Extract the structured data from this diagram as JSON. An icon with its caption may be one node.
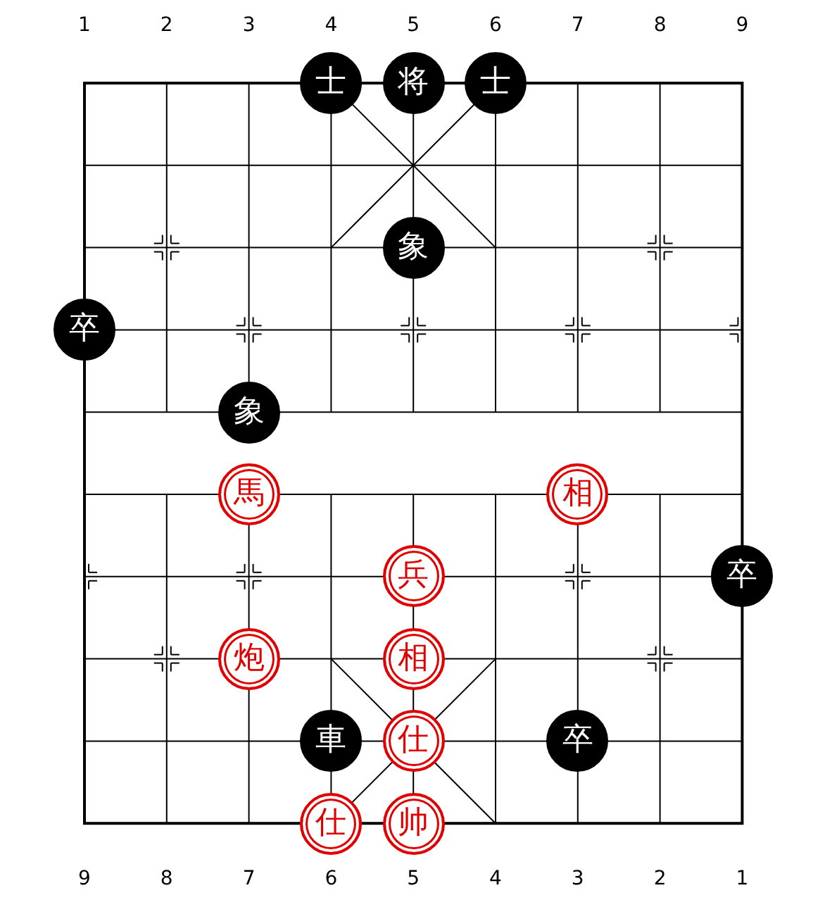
{
  "diagram": {
    "nodes": [
      {
        "text": [
          "士"
        ]
      },
      {
        "text": [
          "将"
        ]
      },
      {
        "text": [
          "士"
        ]
      },
      {
        "text": [
          "象"
        ]
      },
      {
        "text": [
          "卒"
        ]
      },
      {
        "text": [
          "象"
        ]
      },
      {
        "text": [
          "馬"
        ]
      },
      {
        "text": [
          "相"
        ]
      },
      {
        "text": [
          "兵"
        ]
      },
      {
        "text": [
          "卒"
        ]
      },
      {
        "text": [
          "炮"
        ]
      },
      {
        "text": [
          "相"
        ]
      },
      {
        "text": [
          "車"
        ]
      },
      {
        "text": [
          "仕"
        ]
      },
      {
        "text": [
          "卒"
        ]
      },
      {
        "text": [
          "仕"
        ]
      },
      {
        "text": [
          "帅"
        ]
      }
    ],
    "labels": [
      "1",
      "2",
      "3",
      "4",
      "5",
      "6",
      "7",
      "8",
      "9",
      "9",
      "8",
      "7",
      "6",
      "5",
      "4",
      "3",
      "2",
      "1"
    ]
  }
}
